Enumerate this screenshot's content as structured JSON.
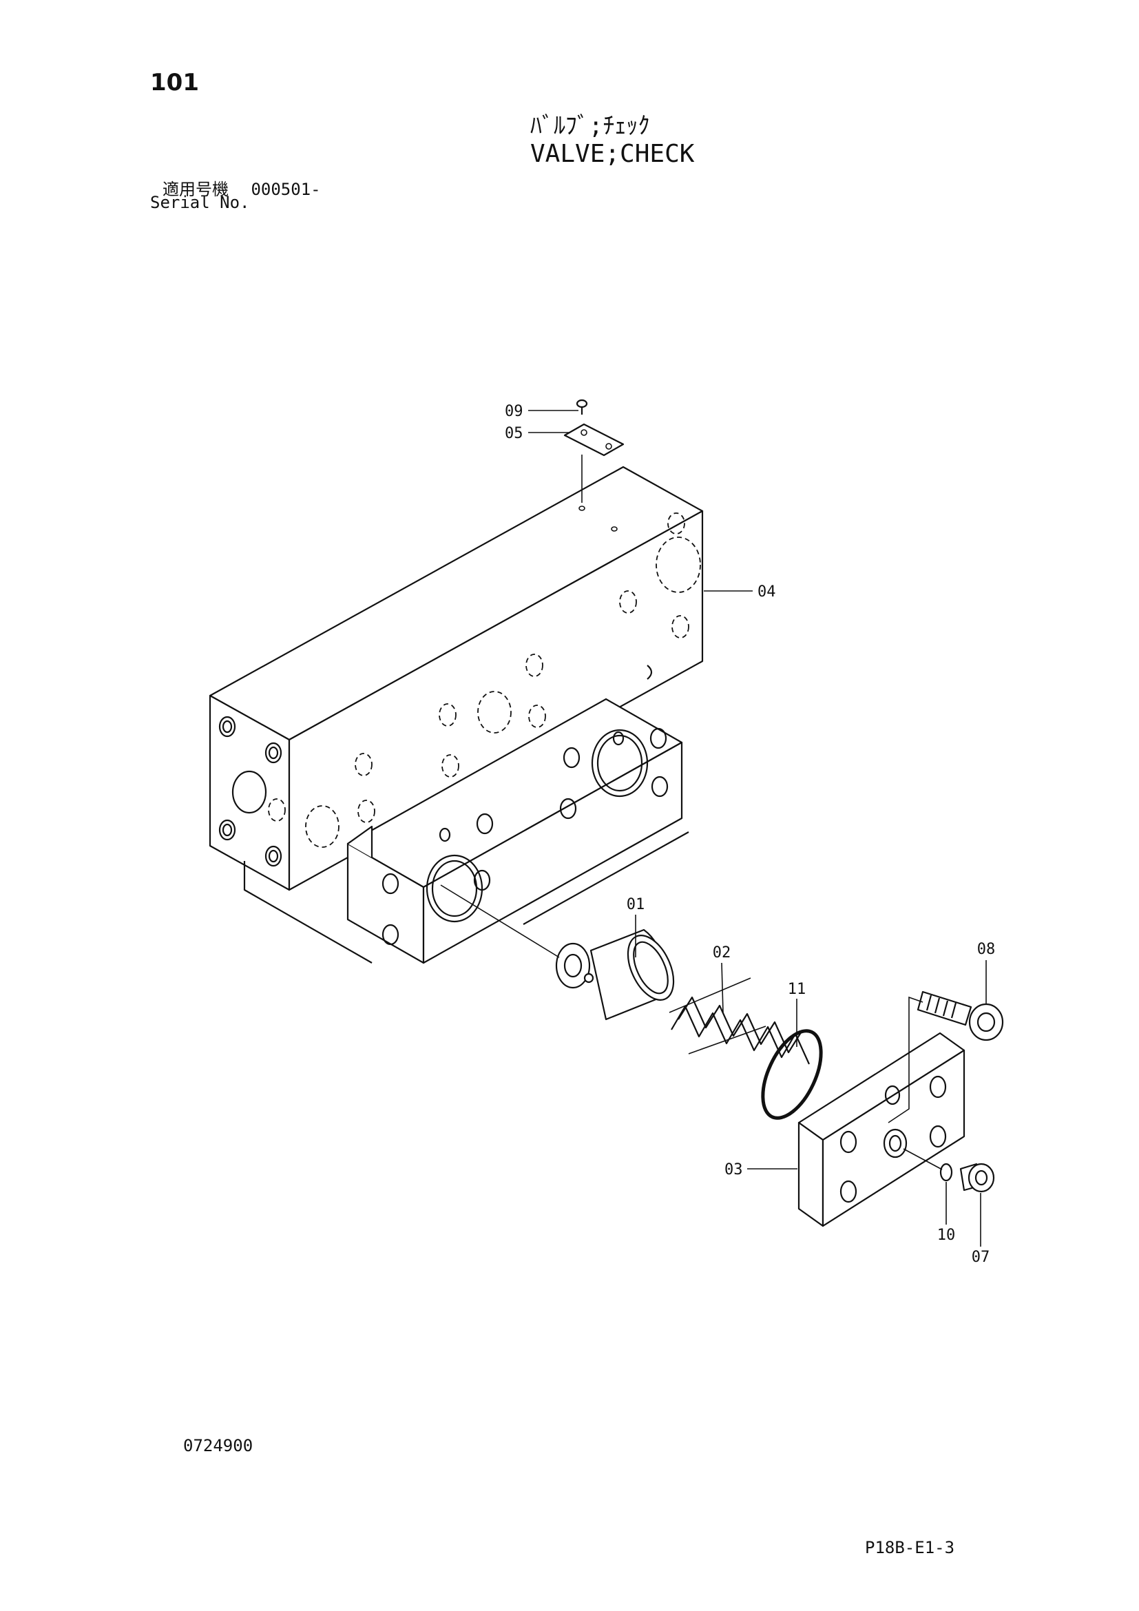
{
  "header": {
    "page_number": "101",
    "title_jp": "ﾊﾞﾙﾌﾞ;ﾁｪｯｸ",
    "title_en": "VALVE;CHECK",
    "serial_label_jp": "適用号機",
    "serial_value": "000501-",
    "serial_label_en": "Serial No."
  },
  "callouts": [
    {
      "id": "part-09",
      "label": "09"
    },
    {
      "id": "part-05",
      "label": "05"
    },
    {
      "id": "part-04",
      "label": "04"
    },
    {
      "id": "part-01",
      "label": "01"
    },
    {
      "id": "part-02",
      "label": "02"
    },
    {
      "id": "part-11",
      "label": "11"
    },
    {
      "id": "part-08",
      "label": "08"
    },
    {
      "id": "part-03",
      "label": "03"
    },
    {
      "id": "part-10",
      "label": "10"
    },
    {
      "id": "part-07",
      "label": "07"
    }
  ],
  "footer": {
    "drawing_number": "0724900",
    "page_code": "P18B-E1-3"
  }
}
